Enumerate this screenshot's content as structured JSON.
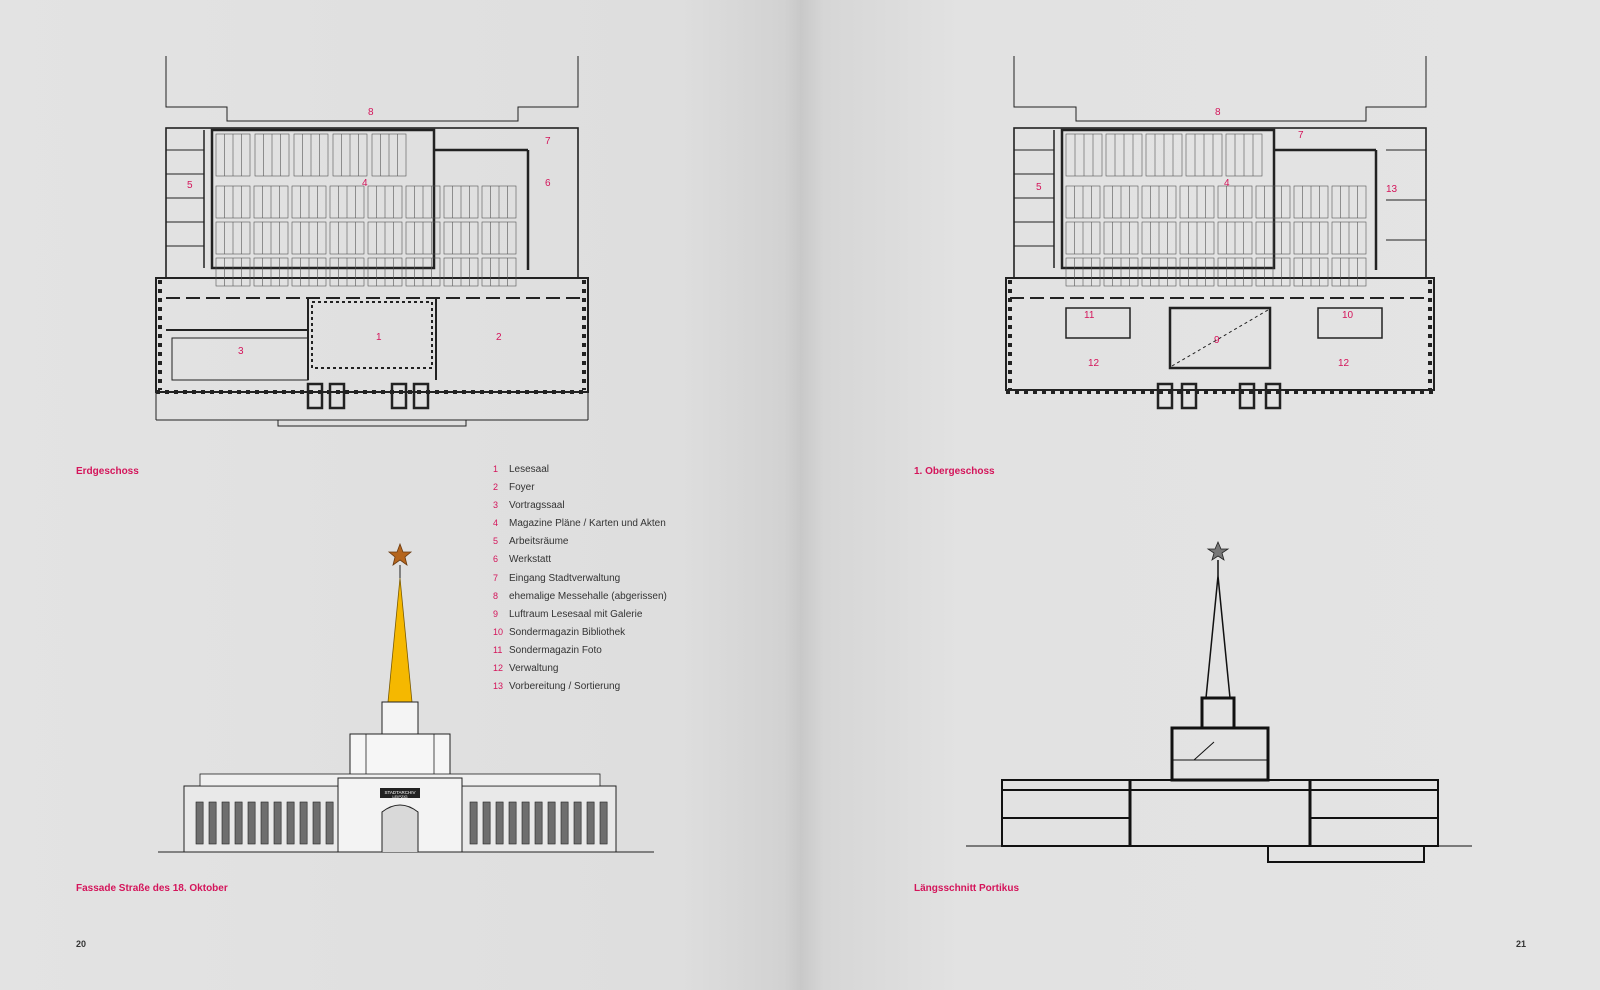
{
  "left_page": {
    "caption_top": "Erdgeschoss",
    "caption_bottom": "Fassade Straße des 18. Oktober",
    "page_number": "20",
    "facade_sign_line1": "STADTARCHIV",
    "facade_sign_line2": "LEIPZIG"
  },
  "right_page": {
    "caption_top": "1. Obergeschoss",
    "caption_bottom": "Längsschnitt Portikus",
    "page_number": "21"
  },
  "legend": [
    {
      "num": "1",
      "label": "Lesesaal"
    },
    {
      "num": "2",
      "label": "Foyer"
    },
    {
      "num": "3",
      "label": "Vortragssaal"
    },
    {
      "num": "4",
      "label": "Magazine Pläne / Karten und Akten"
    },
    {
      "num": "5",
      "label": "Arbeitsräume"
    },
    {
      "num": "6",
      "label": "Werkstatt"
    },
    {
      "num": "7",
      "label": "Eingang Stadtverwaltung"
    },
    {
      "num": "8",
      "label": "ehemalige Messehalle (abgerissen)"
    },
    {
      "num": "9",
      "label": "Luftraum Lesesaal mit Galerie"
    },
    {
      "num": "10",
      "label": "Sondermagazin Bibliothek"
    },
    {
      "num": "11",
      "label": "Sondermagazin Foto"
    },
    {
      "num": "12",
      "label": "Verwaltung"
    },
    {
      "num": "13",
      "label": "Vorbereitung / Sortierung"
    }
  ],
  "plan_ground": {
    "labels": [
      {
        "key": "p8",
        "text": "8"
      },
      {
        "key": "p7",
        "text": "7"
      },
      {
        "key": "p5",
        "text": "5"
      },
      {
        "key": "p4",
        "text": "4"
      },
      {
        "key": "p6",
        "text": "6"
      },
      {
        "key": "p1",
        "text": "1"
      },
      {
        "key": "p2",
        "text": "2"
      },
      {
        "key": "p3",
        "text": "3"
      }
    ]
  },
  "plan_upper": {
    "labels": [
      {
        "key": "u8",
        "text": "8"
      },
      {
        "key": "u7",
        "text": "7"
      },
      {
        "key": "u5",
        "text": "5"
      },
      {
        "key": "u4",
        "text": "4"
      },
      {
        "key": "u13",
        "text": "13"
      },
      {
        "key": "u11",
        "text": "11"
      },
      {
        "key": "u10",
        "text": "10"
      },
      {
        "key": "u9",
        "text": "9"
      },
      {
        "key": "u12a",
        "text": "12"
      },
      {
        "key": "u12b",
        "text": "12"
      }
    ]
  },
  "colors": {
    "accent": "#d4145a",
    "spire": "#f5b800",
    "line": "#222222"
  }
}
